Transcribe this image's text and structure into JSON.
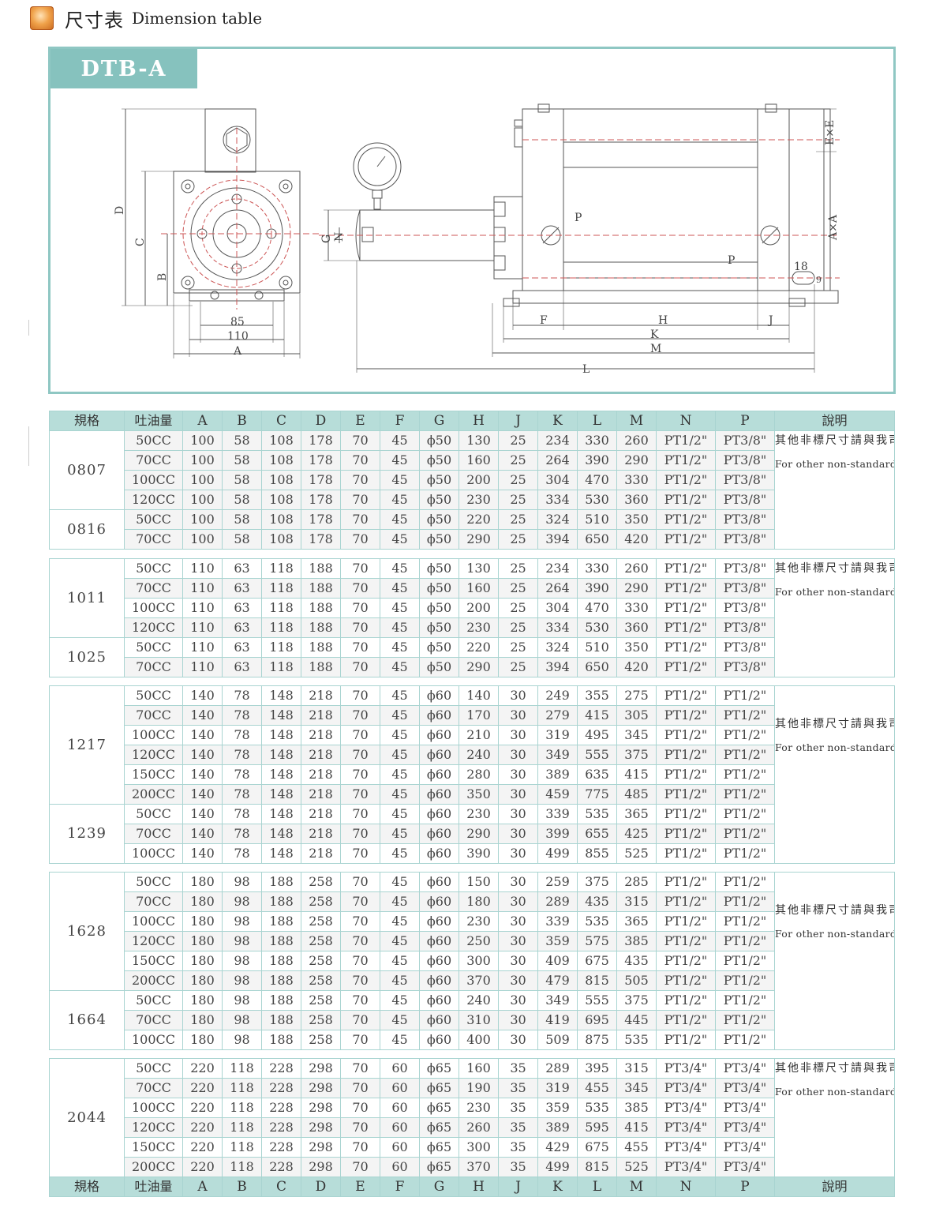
{
  "header": {
    "title_zh": "尺寸表",
    "title_en": "Dimension table"
  },
  "drawing": {
    "model_label": "DTB-A",
    "labels": {
      "D": "D",
      "C": "C",
      "B": "B",
      "A": "A",
      "dim85": "85",
      "dim110": "110",
      "G": "G",
      "N": "N",
      "P1": "P",
      "P2": "P",
      "F": "F",
      "H": "H",
      "J": "J",
      "K": "K",
      "M": "M",
      "L": "L",
      "ExE": "E×E",
      "AxA": "A×A",
      "dim18": "18",
      "dim9": "9"
    }
  },
  "columns": [
    "規格",
    "吐油量",
    "A",
    "B",
    "C",
    "D",
    "E",
    "F",
    "G",
    "H",
    "J",
    "K",
    "L",
    "M",
    "N",
    "P",
    "說明"
  ],
  "note": {
    "zh": "其他非標尺寸請與我司技術部聯系",
    "en": "For other non-standard sizes, please contact our technical department"
  },
  "groups": [
    {
      "rows": [
        {
          "model": "0807",
          "cc": "50CC",
          "v": [
            "100",
            "58",
            "108",
            "178",
            "70",
            "45",
            "ϕ50",
            "130",
            "25",
            "234",
            "330",
            "260",
            "PT1/2\"",
            "PT3/8\""
          ]
        },
        {
          "model": "0807",
          "cc": "70CC",
          "v": [
            "100",
            "58",
            "108",
            "178",
            "70",
            "45",
            "ϕ50",
            "160",
            "25",
            "264",
            "390",
            "290",
            "PT1/2\"",
            "PT3/8\""
          ]
        },
        {
          "model": "0807",
          "cc": "100CC",
          "v": [
            "100",
            "58",
            "108",
            "178",
            "70",
            "45",
            "ϕ50",
            "200",
            "25",
            "304",
            "470",
            "330",
            "PT1/2\"",
            "PT3/8\""
          ]
        },
        {
          "model": "0807",
          "cc": "120CC",
          "v": [
            "100",
            "58",
            "108",
            "178",
            "70",
            "45",
            "ϕ50",
            "230",
            "25",
            "334",
            "530",
            "360",
            "PT1/2\"",
            "PT3/8\""
          ]
        },
        {
          "model": "0816",
          "cc": "50CC",
          "v": [
            "100",
            "58",
            "108",
            "178",
            "70",
            "45",
            "ϕ50",
            "220",
            "25",
            "324",
            "510",
            "350",
            "PT1/2\"",
            "PT3/8\""
          ]
        },
        {
          "model": "0816",
          "cc": "70CC",
          "v": [
            "100",
            "58",
            "108",
            "178",
            "70",
            "45",
            "ϕ50",
            "290",
            "25",
            "394",
            "650",
            "420",
            "PT1/2\"",
            "PT3/8\""
          ]
        }
      ]
    },
    {
      "rows": [
        {
          "model": "1011",
          "cc": "50CC",
          "v": [
            "110",
            "63",
            "118",
            "188",
            "70",
            "45",
            "ϕ50",
            "130",
            "25",
            "234",
            "330",
            "260",
            "PT1/2\"",
            "PT3/8\""
          ]
        },
        {
          "model": "1011",
          "cc": "70CC",
          "v": [
            "110",
            "63",
            "118",
            "188",
            "70",
            "45",
            "ϕ50",
            "160",
            "25",
            "264",
            "390",
            "290",
            "PT1/2\"",
            "PT3/8\""
          ]
        },
        {
          "model": "1011",
          "cc": "100CC",
          "v": [
            "110",
            "63",
            "118",
            "188",
            "70",
            "45",
            "ϕ50",
            "200",
            "25",
            "304",
            "470",
            "330",
            "PT1/2\"",
            "PT3/8\""
          ]
        },
        {
          "model": "1011",
          "cc": "120CC",
          "v": [
            "110",
            "63",
            "118",
            "188",
            "70",
            "45",
            "ϕ50",
            "230",
            "25",
            "334",
            "530",
            "360",
            "PT1/2\"",
            "PT3/8\""
          ]
        },
        {
          "model": "1025",
          "cc": "50CC",
          "v": [
            "110",
            "63",
            "118",
            "188",
            "70",
            "45",
            "ϕ50",
            "220",
            "25",
            "324",
            "510",
            "350",
            "PT1/2\"",
            "PT3/8\""
          ]
        },
        {
          "model": "1025",
          "cc": "70CC",
          "v": [
            "110",
            "63",
            "118",
            "188",
            "70",
            "45",
            "ϕ50",
            "290",
            "25",
            "394",
            "650",
            "420",
            "PT1/2\"",
            "PT3/8\""
          ]
        }
      ]
    },
    {
      "rows": [
        {
          "model": "1217",
          "cc": "50CC",
          "v": [
            "140",
            "78",
            "148",
            "218",
            "70",
            "45",
            "ϕ60",
            "140",
            "30",
            "249",
            "355",
            "275",
            "PT1/2\"",
            "PT1/2\""
          ]
        },
        {
          "model": "1217",
          "cc": "70CC",
          "v": [
            "140",
            "78",
            "148",
            "218",
            "70",
            "45",
            "ϕ60",
            "170",
            "30",
            "279",
            "415",
            "305",
            "PT1/2\"",
            "PT1/2\""
          ]
        },
        {
          "model": "1217",
          "cc": "100CC",
          "v": [
            "140",
            "78",
            "148",
            "218",
            "70",
            "45",
            "ϕ60",
            "210",
            "30",
            "319",
            "495",
            "345",
            "PT1/2\"",
            "PT1/2\""
          ]
        },
        {
          "model": "1217",
          "cc": "120CC",
          "v": [
            "140",
            "78",
            "148",
            "218",
            "70",
            "45",
            "ϕ60",
            "240",
            "30",
            "349",
            "555",
            "375",
            "PT1/2\"",
            "PT1/2\""
          ]
        },
        {
          "model": "1217",
          "cc": "150CC",
          "v": [
            "140",
            "78",
            "148",
            "218",
            "70",
            "45",
            "ϕ60",
            "280",
            "30",
            "389",
            "635",
            "415",
            "PT1/2\"",
            "PT1/2\""
          ]
        },
        {
          "model": "1217",
          "cc": "200CC",
          "v": [
            "140",
            "78",
            "148",
            "218",
            "70",
            "45",
            "ϕ60",
            "350",
            "30",
            "459",
            "775",
            "485",
            "PT1/2\"",
            "PT1/2\""
          ]
        },
        {
          "model": "1239",
          "cc": "50CC",
          "v": [
            "140",
            "78",
            "148",
            "218",
            "70",
            "45",
            "ϕ60",
            "230",
            "30",
            "339",
            "535",
            "365",
            "PT1/2\"",
            "PT1/2\""
          ]
        },
        {
          "model": "1239",
          "cc": "70CC",
          "v": [
            "140",
            "78",
            "148",
            "218",
            "70",
            "45",
            "ϕ60",
            "290",
            "30",
            "399",
            "655",
            "425",
            "PT1/2\"",
            "PT1/2\""
          ]
        },
        {
          "model": "1239",
          "cc": "100CC",
          "v": [
            "140",
            "78",
            "148",
            "218",
            "70",
            "45",
            "ϕ60",
            "390",
            "30",
            "499",
            "855",
            "525",
            "PT1/2\"",
            "PT1/2\""
          ]
        }
      ]
    },
    {
      "rows": [
        {
          "model": "1628",
          "cc": "50CC",
          "v": [
            "180",
            "98",
            "188",
            "258",
            "70",
            "45",
            "ϕ60",
            "150",
            "30",
            "259",
            "375",
            "285",
            "PT1/2\"",
            "PT1/2\""
          ]
        },
        {
          "model": "1628",
          "cc": "70CC",
          "v": [
            "180",
            "98",
            "188",
            "258",
            "70",
            "45",
            "ϕ60",
            "180",
            "30",
            "289",
            "435",
            "315",
            "PT1/2\"",
            "PT1/2\""
          ]
        },
        {
          "model": "1628",
          "cc": "100CC",
          "v": [
            "180",
            "98",
            "188",
            "258",
            "70",
            "45",
            "ϕ60",
            "230",
            "30",
            "339",
            "535",
            "365",
            "PT1/2\"",
            "PT1/2\""
          ]
        },
        {
          "model": "1628",
          "cc": "120CC",
          "v": [
            "180",
            "98",
            "188",
            "258",
            "70",
            "45",
            "ϕ60",
            "250",
            "30",
            "359",
            "575",
            "385",
            "PT1/2\"",
            "PT1/2\""
          ]
        },
        {
          "model": "1628",
          "cc": "150CC",
          "v": [
            "180",
            "98",
            "188",
            "258",
            "70",
            "45",
            "ϕ60",
            "300",
            "30",
            "409",
            "675",
            "435",
            "PT1/2\"",
            "PT1/2\""
          ]
        },
        {
          "model": "1628",
          "cc": "200CC",
          "v": [
            "180",
            "98",
            "188",
            "258",
            "70",
            "45",
            "ϕ60",
            "370",
            "30",
            "479",
            "815",
            "505",
            "PT1/2\"",
            "PT1/2\""
          ]
        },
        {
          "model": "1664",
          "cc": "50CC",
          "v": [
            "180",
            "98",
            "188",
            "258",
            "70",
            "45",
            "ϕ60",
            "240",
            "30",
            "349",
            "555",
            "375",
            "PT1/2\"",
            "PT1/2\""
          ]
        },
        {
          "model": "1664",
          "cc": "70CC",
          "v": [
            "180",
            "98",
            "188",
            "258",
            "70",
            "45",
            "ϕ60",
            "310",
            "30",
            "419",
            "695",
            "445",
            "PT1/2\"",
            "PT1/2\""
          ]
        },
        {
          "model": "1664",
          "cc": "100CC",
          "v": [
            "180",
            "98",
            "188",
            "258",
            "70",
            "45",
            "ϕ60",
            "400",
            "30",
            "509",
            "875",
            "535",
            "PT1/2\"",
            "PT1/2\""
          ]
        }
      ]
    },
    {
      "rows": [
        {
          "model": "2044",
          "cc": "50CC",
          "v": [
            "220",
            "118",
            "228",
            "298",
            "70",
            "60",
            "ϕ65",
            "160",
            "35",
            "289",
            "395",
            "315",
            "PT3/4\"",
            "PT3/4\""
          ]
        },
        {
          "model": "2044",
          "cc": "70CC",
          "v": [
            "220",
            "118",
            "228",
            "298",
            "70",
            "60",
            "ϕ65",
            "190",
            "35",
            "319",
            "455",
            "345",
            "PT3/4\"",
            "PT3/4\""
          ]
        },
        {
          "model": "2044",
          "cc": "100CC",
          "v": [
            "220",
            "118",
            "228",
            "298",
            "70",
            "60",
            "ϕ65",
            "230",
            "35",
            "359",
            "535",
            "385",
            "PT3/4\"",
            "PT3/4\""
          ]
        },
        {
          "model": "2044",
          "cc": "120CC",
          "v": [
            "220",
            "118",
            "228",
            "298",
            "70",
            "60",
            "ϕ65",
            "260",
            "35",
            "389",
            "595",
            "415",
            "PT3/4\"",
            "PT3/4\""
          ]
        },
        {
          "model": "2044",
          "cc": "150CC",
          "v": [
            "220",
            "118",
            "228",
            "298",
            "70",
            "60",
            "ϕ65",
            "300",
            "35",
            "429",
            "675",
            "455",
            "PT3/4\"",
            "PT3/4\""
          ]
        },
        {
          "model": "2044",
          "cc": "200CC",
          "v": [
            "220",
            "118",
            "228",
            "298",
            "70",
            "60",
            "ϕ65",
            "370",
            "35",
            "499",
            "815",
            "525",
            "PT3/4\"",
            "PT3/4\""
          ]
        }
      ]
    }
  ]
}
